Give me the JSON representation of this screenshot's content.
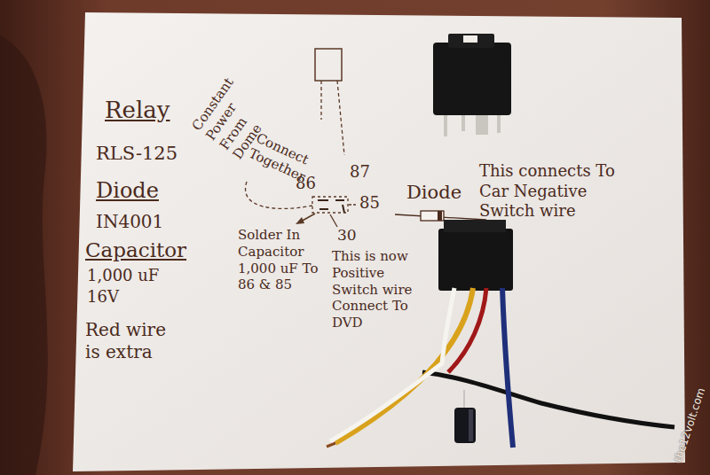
{
  "diagram": {
    "labels": [
      "Relay",
      "RLS-125",
      "Diode",
      "IN4001",
      "Capacitor",
      "1,000 uF",
      "16V",
      "Red wire is extra",
      "Constant Power From Dome",
      "Connect Together",
      "86",
      "87",
      "85",
      "Diode",
      "This connects To Car Negative Switch wire",
      "Solder In Capacitor 1,000 uF To 86 & 85",
      "30",
      "This is now Positive Switch wire Connect To DVD",
      "the12volt.com"
    ]
  }
}
